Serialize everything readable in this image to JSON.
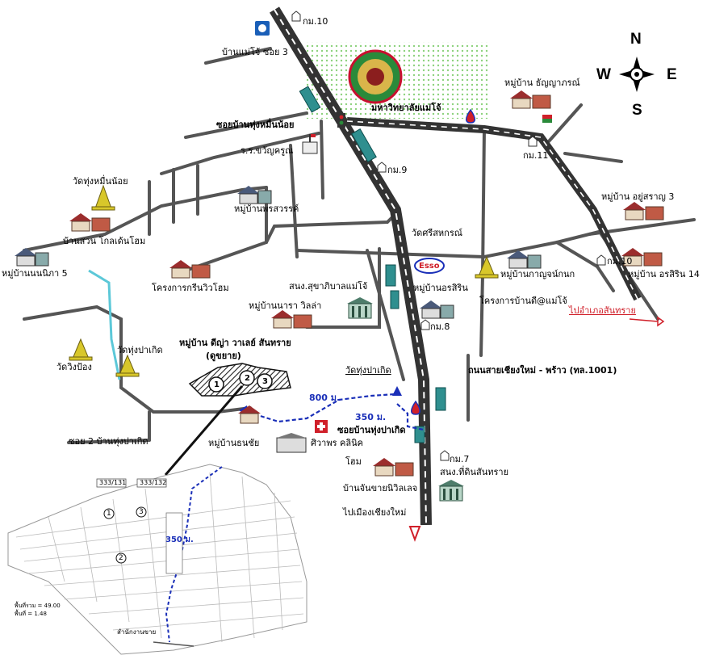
{
  "compass": {
    "n": "N",
    "s": "S",
    "e": "E",
    "w": "W"
  },
  "labels": {
    "km10_top": "กม.10",
    "road_maejo_soi": "บ้านแม่โจ้ ซอย 3",
    "university": "มหาวิทยาลัยแม่โจ้",
    "moo_tanyarat": "หมู่บ้าน ธัญญาภรณ์",
    "soi_thung_muen_noi": "ซอยบ้านทุ่งหมื่นน้อย",
    "school": "ร.ร.ขวัญครูณ",
    "km11": "กม.11",
    "km9": "กม.9",
    "wat_thung_muen_noi": "วัดทุ่งหมื่นน้อย",
    "moo_pornsawan": "หมู่บ้านพรสวรรค์",
    "moo_aiyaram": "หมู่บ้าน อยู่สราญ 3",
    "ban_suan_golden_home": "บ้านสวน โกลเด้นโฮม",
    "wat_sri_sahakorn": "วัดศรีสหกรณ์",
    "moo_nannapa": "หมู่บ้านนนนิภา 5",
    "esso": "Esso",
    "moo_kanjanakanok": "หมู่บ้านกาญจน์กนก",
    "km10_right": "กม.10",
    "moo_orasirin14": "หมู่บ้าน อรสิริน 14",
    "green_view_home": "โครงการกรีนวิวโฮม",
    "health_station": "สนง.สุขาภิบาลแม่โจ้",
    "moo_orasirin": "หมู่บ้านอรสิริน",
    "project_d_maejo": "โครงการบ้านดี@แม่โจ้",
    "to_sansai": "ไปอำเภอสันทราย",
    "moo_nara_villa": "หมู่บ้านนารา วิลล่า",
    "km8": "กม.8",
    "target_village_1": "หมู่บ้าน ดีญ่า วาเลย์ สันทราย",
    "target_village_2": "(ดูขยาย)",
    "wat_wing_pong": "วัดวิงป้อง",
    "wat_thung_pa_koed": "วัดทุ่งปาเกิด",
    "wat_thung_pa_koed_2": "วัดทุ่งปาเกิด",
    "main_road": "ถนนสายเชียงใหม่ - พร้าว (ทล.1001)",
    "dist_800": "800 ม.",
    "dist_350": "350 ม.",
    "soi2": "ซอย 2 บ้านทุ่งปาเกิด",
    "soi_ban_thung_pa_koed": "ซอยบ้านทุ่งปาเกิด",
    "moo_thanachai": "หมู่บ้านธนชัย",
    "clinic": "ศิวาพร คลินิค",
    "home_partial": "โฮม",
    "km7": "กม.7",
    "land_office": "สนง.ที่ดินสันทราย",
    "ban_chan_chai": "บ้านจันขายนิวิลเลจ",
    "to_chiangmai": "ไปเมืองเชียงใหม่",
    "inset_label_a": "333/131",
    "inset_label_b": "333/132",
    "inset_dist": "350 ม.",
    "inset_gate": "สำนักงานขาย",
    "inset_area1": "พื้นที่รวม = 49.00",
    "inset_area2": "พื้นที่ = 1.48",
    "inset_p1": "1",
    "inset_p2": "2",
    "inset_p3": "3",
    "marker_1": "1",
    "marker_2": "2",
    "marker_3": "3"
  },
  "colors": {
    "road_dark": "#555555",
    "route_blue": "#1a2fb8",
    "campus_green": "#cfeec5",
    "water": "#5cc8d8",
    "marker_red": "#d0202a"
  }
}
